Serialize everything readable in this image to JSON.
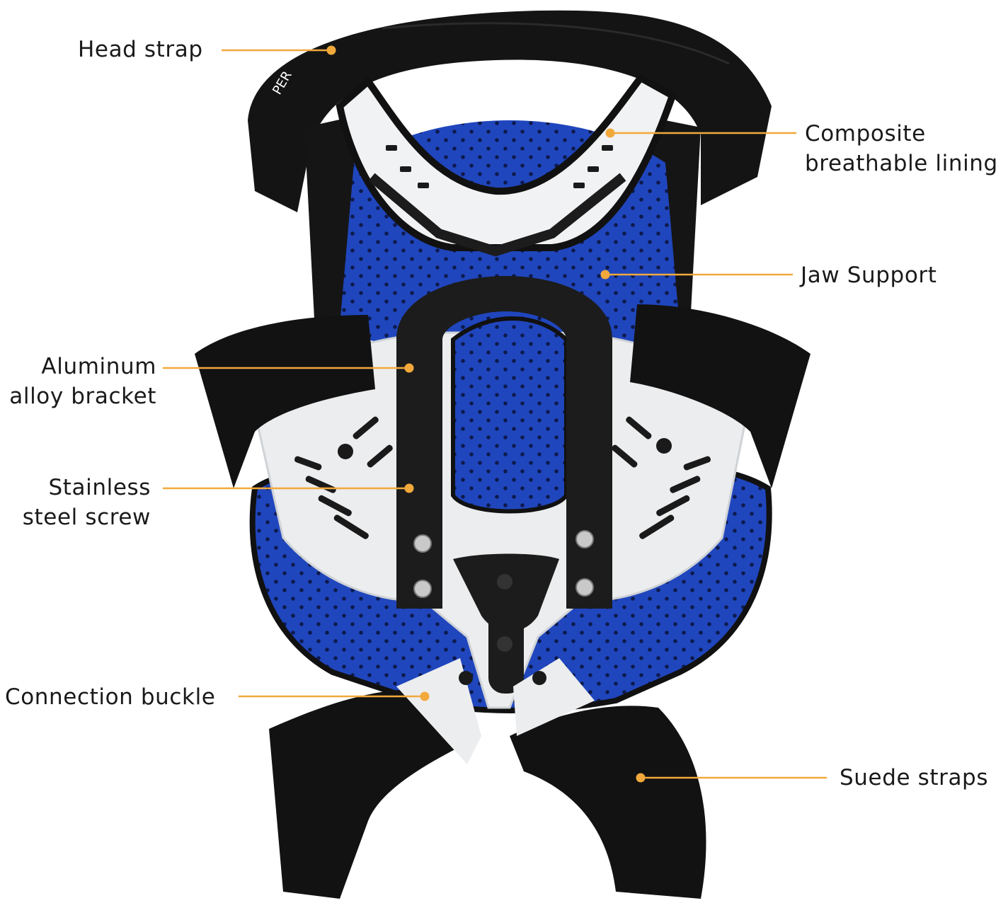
{
  "colors": {
    "callout": "#f2a93b",
    "strap": "#111111",
    "shell": "#ecedee",
    "lining": "#1f43b8",
    "bracket": "#1c1c1c",
    "text": "#1a1a1a"
  },
  "labels": {
    "head_strap": [
      "Head strap"
    ],
    "composite_lining": [
      "Composite",
      "breathable lining"
    ],
    "jaw_support": [
      "Jaw Support"
    ],
    "aluminum_bracket": [
      "Aluminum",
      "alloy bracket"
    ],
    "stainless_screw": [
      "Stainless",
      "steel screw"
    ],
    "connection_buckle": [
      "Connection buckle"
    ],
    "suede_straps": [
      "Suede straps"
    ]
  }
}
